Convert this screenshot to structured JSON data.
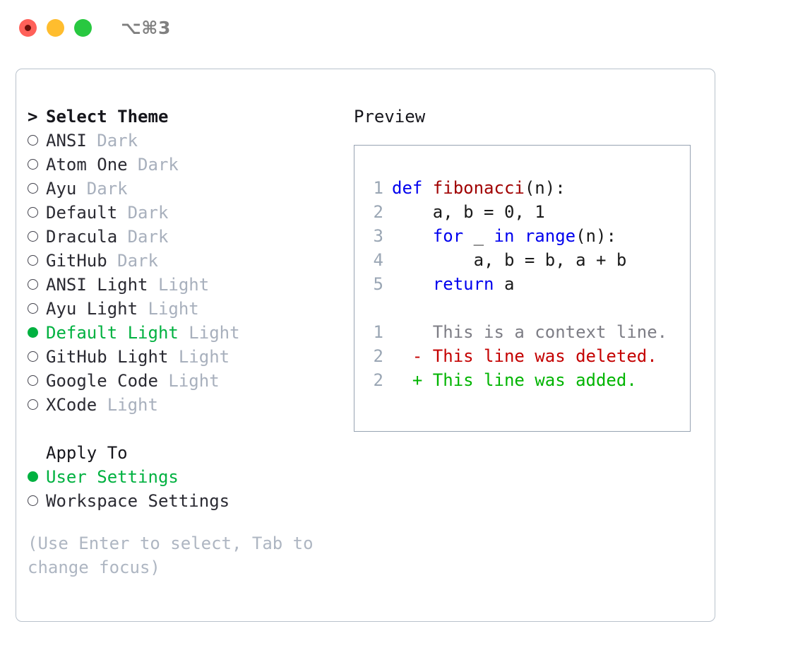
{
  "titlebar": {
    "shortcut": "⌥⌘3",
    "buttons": [
      "close",
      "minimize",
      "maximize"
    ]
  },
  "left_panel": {
    "header": {
      "caret": ">",
      "title": "Select Theme"
    },
    "themes": [
      {
        "name": "ANSI",
        "kind": "Dark",
        "selected": false
      },
      {
        "name": "Atom One",
        "kind": "Dark",
        "selected": false
      },
      {
        "name": "Ayu",
        "kind": "Dark",
        "selected": false
      },
      {
        "name": "Default",
        "kind": "Dark",
        "selected": false
      },
      {
        "name": "Dracula",
        "kind": "Dark",
        "selected": false
      },
      {
        "name": "GitHub",
        "kind": "Dark",
        "selected": false
      },
      {
        "name": "ANSI Light",
        "kind": "Light",
        "selected": false
      },
      {
        "name": "Ayu Light",
        "kind": "Light",
        "selected": false
      },
      {
        "name": "Default Light",
        "kind": "Light",
        "selected": true
      },
      {
        "name": "GitHub Light",
        "kind": "Light",
        "selected": false
      },
      {
        "name": "Google Code",
        "kind": "Light",
        "selected": false
      },
      {
        "name": "XCode",
        "kind": "Light",
        "selected": false
      }
    ],
    "apply_to": {
      "label": "Apply To",
      "options": [
        {
          "name": "User Settings",
          "selected": true
        },
        {
          "name": "Workspace Settings",
          "selected": false
        }
      ]
    },
    "hint": "(Use Enter to select, Tab to change focus)"
  },
  "right_panel": {
    "title": "Preview",
    "code_lines": [
      {
        "no": "1",
        "segments": [
          {
            "t": "def ",
            "cls": "kw"
          },
          {
            "t": "fibonacci",
            "cls": "fn"
          },
          {
            "t": "(n):",
            "cls": "code-text"
          }
        ]
      },
      {
        "no": "2",
        "segments": [
          {
            "t": "    a, b = 0, 1",
            "cls": "code-text"
          }
        ]
      },
      {
        "no": "3",
        "segments": [
          {
            "t": "    ",
            "cls": "code-text"
          },
          {
            "t": "for ",
            "cls": "kw"
          },
          {
            "t": "_ ",
            "cls": "code-text"
          },
          {
            "t": "in ",
            "cls": "kw"
          },
          {
            "t": "range",
            "cls": "kw"
          },
          {
            "t": "(n):",
            "cls": "code-text"
          }
        ]
      },
      {
        "no": "4",
        "segments": [
          {
            "t": "        a, b = b, a + b",
            "cls": "code-text"
          }
        ]
      },
      {
        "no": "5",
        "segments": [
          {
            "t": "    ",
            "cls": "code-text"
          },
          {
            "t": "return",
            "cls": "kw"
          },
          {
            "t": " a",
            "cls": "code-text"
          }
        ]
      }
    ],
    "diff_lines": [
      {
        "no": "1",
        "marker": " ",
        "text": "This is a context line.",
        "cls": "diff-ctx"
      },
      {
        "no": "2",
        "marker": "-",
        "text": "This line was deleted.",
        "cls": "diff-del"
      },
      {
        "no": "2",
        "marker": "+",
        "text": "This line was added.",
        "cls": "diff-add"
      }
    ]
  },
  "colors": {
    "accent_green": "#00b140",
    "muted": "#a8b0bd",
    "keyword_blue": "#0000ee",
    "function_red": "#a00000",
    "diff_added": "#00b400",
    "diff_deleted": "#c40000",
    "panel_border": "#b9c2cc",
    "preview_border": "#97a3b2"
  }
}
